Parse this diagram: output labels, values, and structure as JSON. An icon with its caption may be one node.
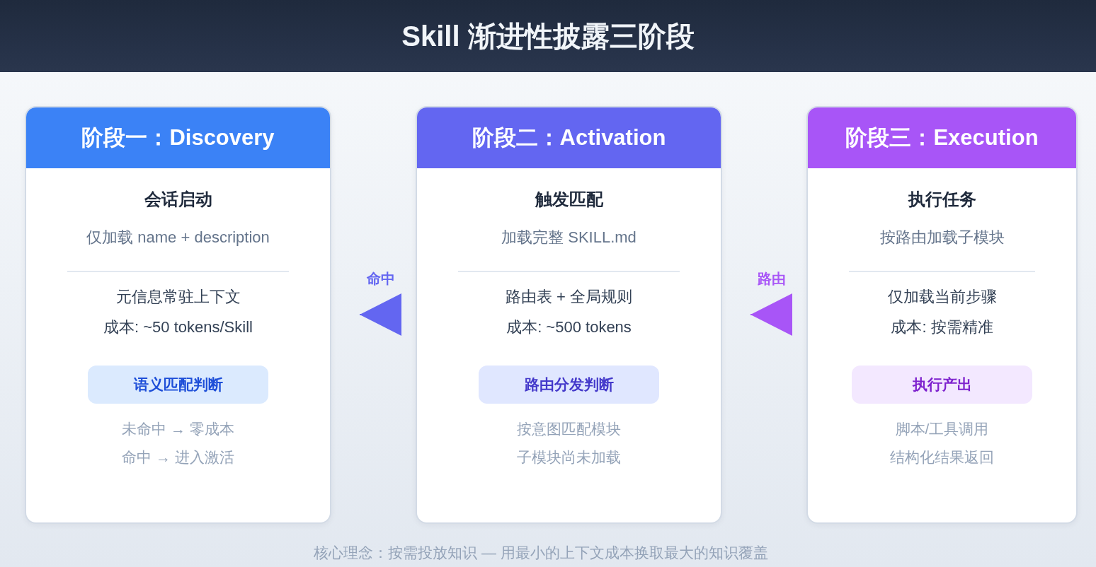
{
  "diagram": {
    "title": "Skill 渐进性披露三阶段",
    "nodes": [
      {
        "text": [
          "阶段一：Discovery",
          "会话启动",
          "仅加载 name + description",
          "元信息常驻上下文",
          "成本: ~50 tokens/Skill",
          "未命中 → 零成本",
          "命中 → 进入激活"
        ]
      },
      {
        "text": [
          "语义匹配判断"
        ],
        "in": 0
      },
      {
        "text": [
          "阶段二：Activation",
          "触发匹配",
          "加载完整 SKILL.md",
          "路由表 + 全局规则",
          "成本: ~500 tokens",
          "按意图匹配模块",
          "子模块尚未加载"
        ]
      },
      {
        "text": [
          "路由分发判断"
        ],
        "in": 2
      },
      {
        "text": [
          "阶段三：Execution",
          "执行任务",
          "按路由加载子模块",
          "仅加载当前步骤",
          "成本: 按需精准",
          "脚本/工具调用",
          "结构化结果返回"
        ]
      },
      {
        "text": [
          "执行产出"
        ],
        "in": 4
      }
    ],
    "edges": [
      {
        "from": 2,
        "to": 0,
        "arrow": "to",
        "label": "命中",
        "color": "#6366f1"
      },
      {
        "from": 4,
        "to": 2,
        "arrow": "to",
        "label": "路由",
        "color": "#a855f7"
      }
    ],
    "caption": "核心理念：按需投放知识 — 用最小的上下文成本换取最大的知识覆盖"
  }
}
